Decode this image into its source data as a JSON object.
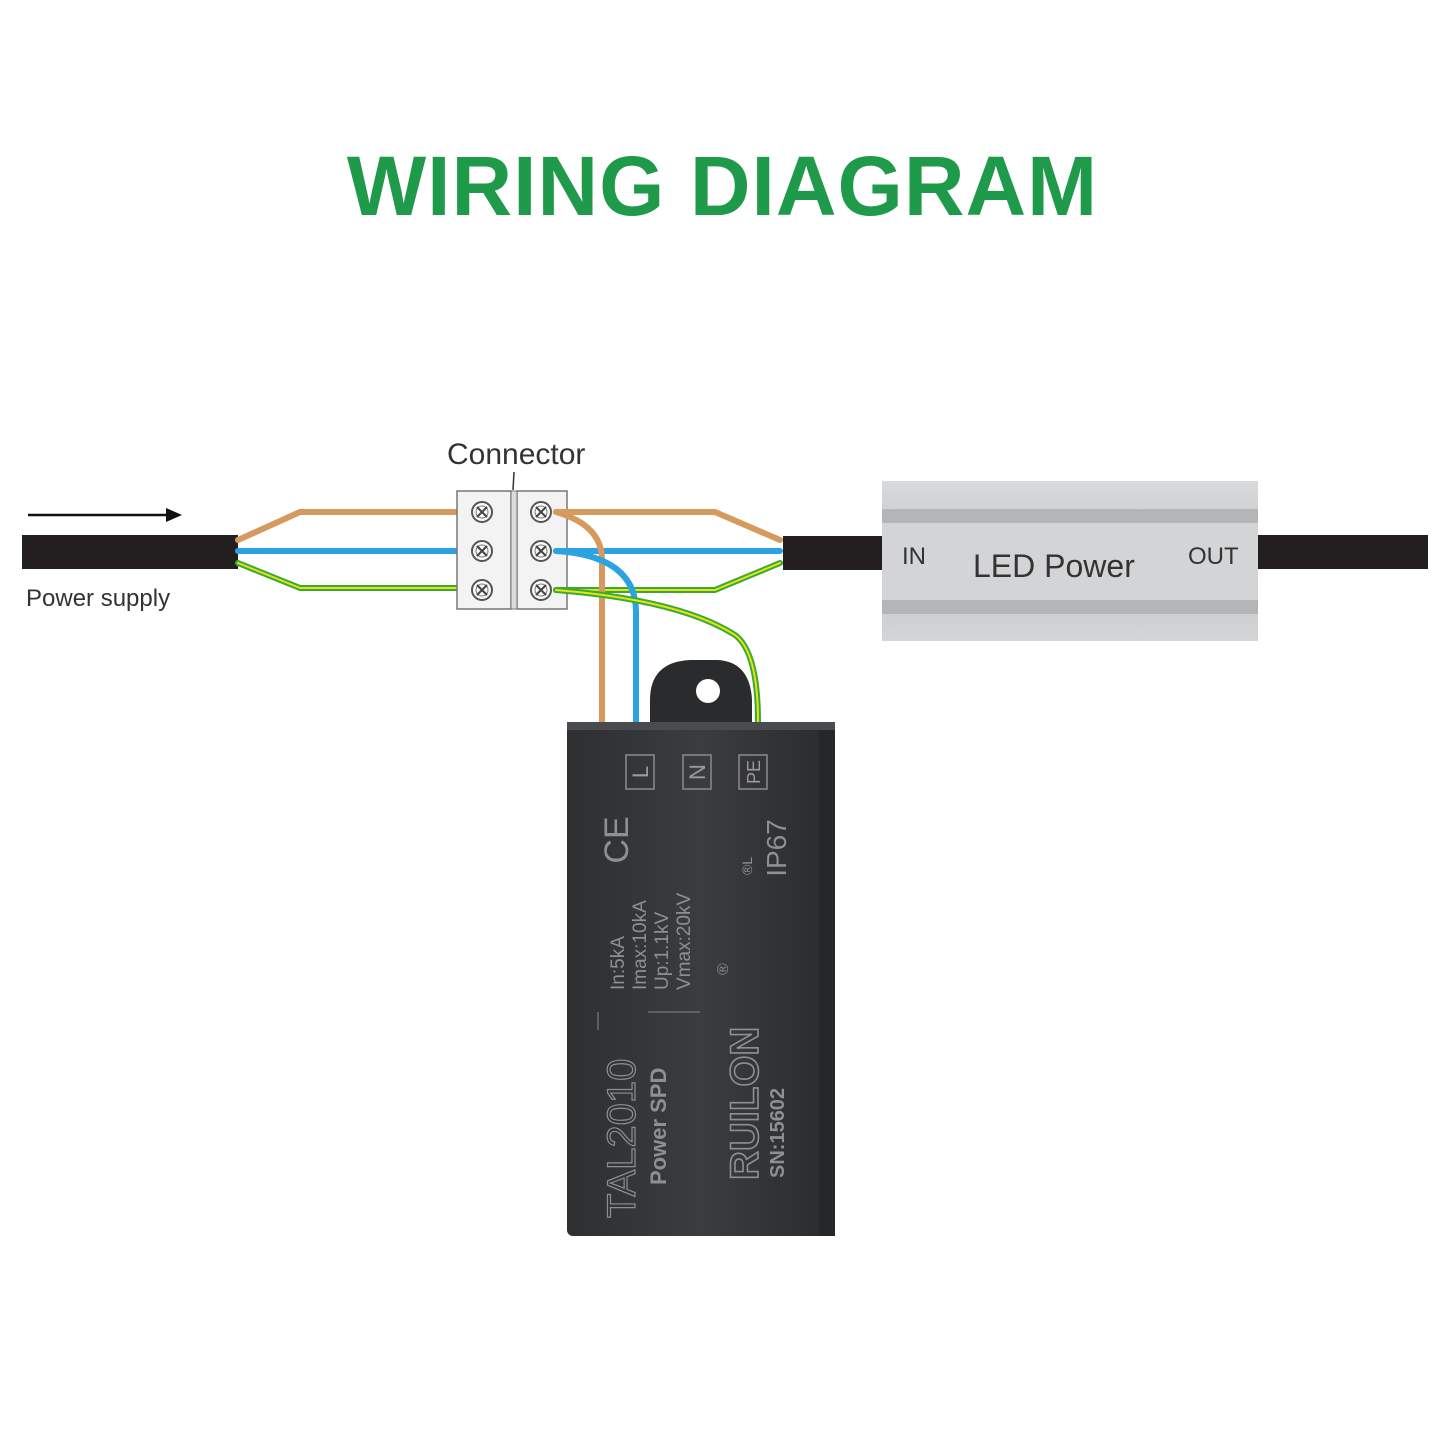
{
  "title": "WIRING DIAGRAM",
  "labels": {
    "connector": "Connector",
    "power_supply": "Power supply",
    "led_power": "LED Power",
    "in": "IN",
    "out": "OUT"
  },
  "device": {
    "terminals": [
      "L",
      "N",
      "PE"
    ],
    "ce_mark": "CE",
    "ul_mark": "®L",
    "ip_rating": "IP67",
    "model": "TAL2010",
    "product": "Power SPD",
    "specs": [
      "In:5kA",
      "Imax:10kA",
      "Up:1.1kV",
      "Vmax:20kV"
    ],
    "brand": "RUILON",
    "registered": "®",
    "serial": "SN:15602"
  },
  "colors": {
    "title": "#1e9a4a",
    "live": "#d69a5f",
    "neutral": "#2ba3e0",
    "earth_green": "#3aaa35",
    "earth_yellow": "#e6e21a",
    "cable": "#231f20",
    "led_body": "#c9cbcc",
    "device_body": "#3a3b3d"
  },
  "icons": [
    "arrow-right-icon",
    "screw-icon"
  ]
}
